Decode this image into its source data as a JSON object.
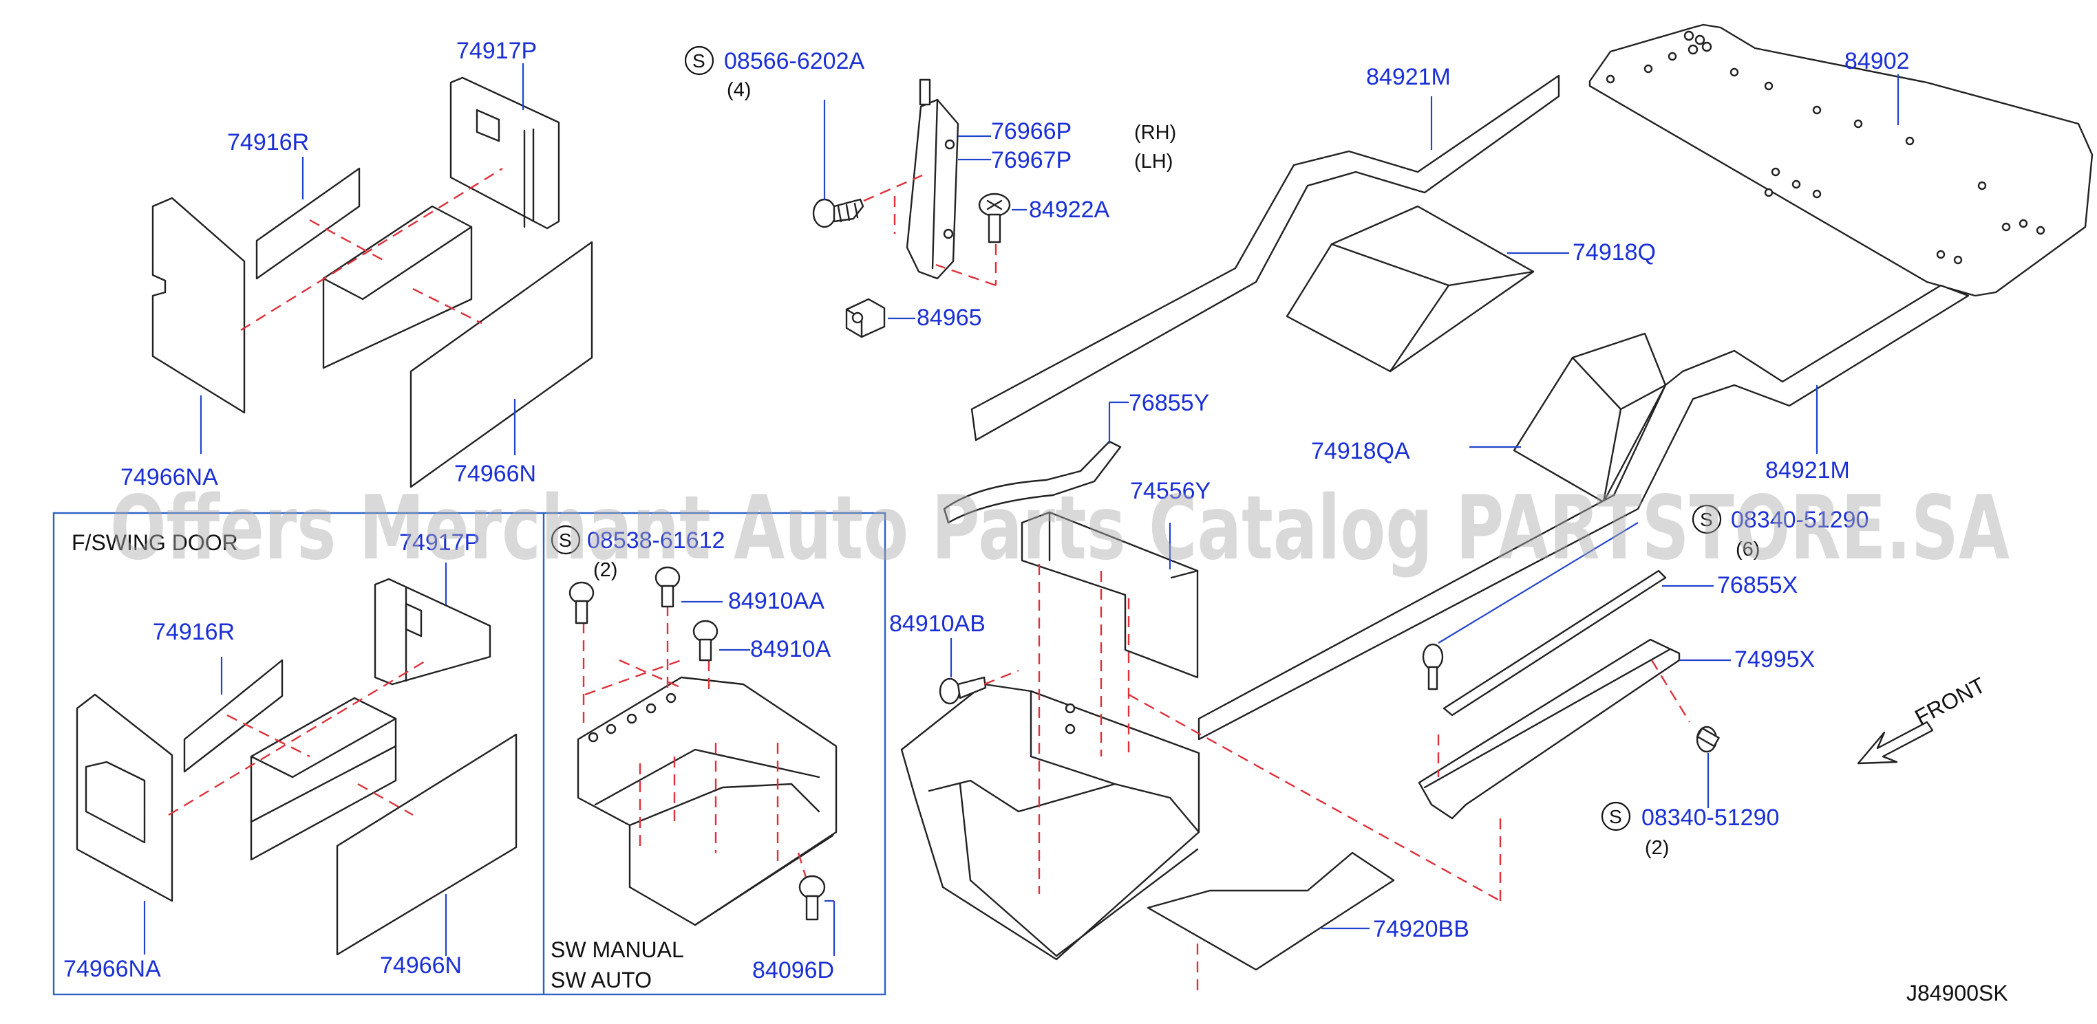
{
  "diagram": {
    "drawing_code": "J84900SK",
    "watermark": "Offers Merchant Auto Parts Catalog PARTSTORE.SA",
    "inset_title": "F/SWING DOOR",
    "front_label": "FRONT",
    "switch_manual": "SW   MANUAL",
    "switch_auto": "SW   AUTO",
    "standard_mark": "S",
    "parts": {
      "p74917P": "74917P",
      "p74916R": "74916R",
      "p74966NA": "74966NA",
      "p74966N": "74966N",
      "p08566": "08566-6202A",
      "q08566": "(4)",
      "p76966P": "76966P",
      "rh": "(RH)",
      "p76967P": "76967P",
      "lh": "(LH)",
      "p84922A": "84922A",
      "p84965": "84965",
      "p84921M_top": "84921M",
      "p84902": "84902",
      "p74918Q": "74918Q",
      "p76855Y": "76855Y",
      "p74918QA": "74918QA",
      "p84921M_bottom": "84921M",
      "p74556Y": "74556Y",
      "p08340_top": "08340-51290",
      "q08340_top": "(6)",
      "p76855X": "76855X",
      "p74995X": "74995X",
      "p84910AB": "84910AB",
      "p08340_bottom": "08340-51290",
      "q08340_bottom": "(2)",
      "p74920BB": "74920BB",
      "i74917P": "74917P",
      "i74916R": "74916R",
      "i74966NA": "74966NA",
      "i74966N": "74966N",
      "i08538": "08538-61612",
      "q08538": "(2)",
      "i84910AA": "84910AA",
      "i84910A": "84910A",
      "i84096D": "84096D"
    }
  }
}
